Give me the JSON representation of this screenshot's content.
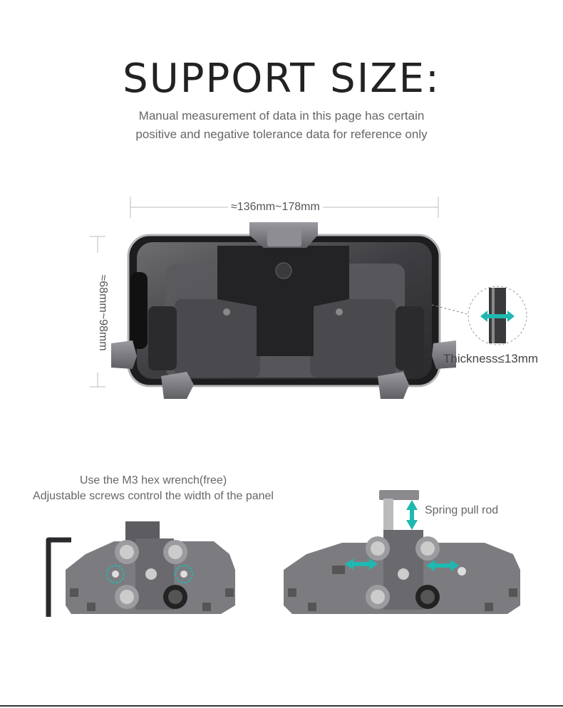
{
  "header": {
    "title": "SUPPORT SIZE:",
    "subtitle_line1": "Manual measurement of data in this page has certain",
    "subtitle_line2": "positive and negative tolerance data for reference only"
  },
  "dimensions": {
    "width": "≈136mm~178mm",
    "height": "≈68mm~98mm",
    "thickness": "Thickness≤13mm"
  },
  "captions": {
    "left_line1": "Use the M3 hex wrench(free)",
    "left_line2": "Adjustable screws control the width of the panel",
    "spring": "Spring pull rod"
  },
  "colors": {
    "accent": "#1fb8b0",
    "metal": "#7c7c80",
    "dark": "#2a2a2c"
  }
}
